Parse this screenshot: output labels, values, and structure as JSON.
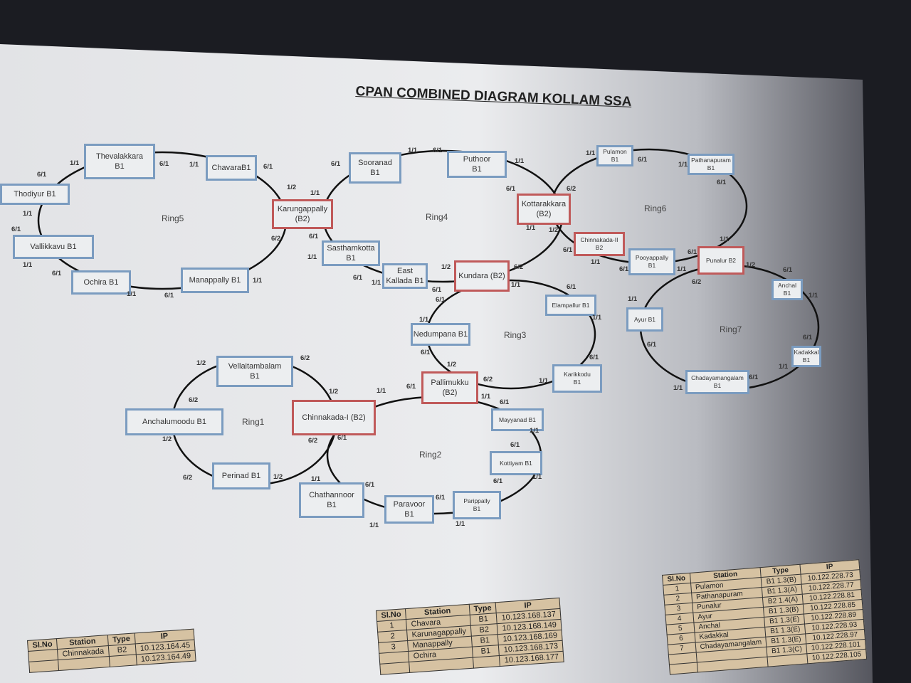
{
  "title": "CPAN COMBINED DIAGRAM KOLLAM SSA",
  "colors": {
    "b1_border": "#7b9cc0",
    "b2_border": "#c05a5a",
    "table_fill": "#d6c2a2"
  },
  "rings": [
    "Ring5",
    "Ring4",
    "Ring6",
    "Ring7",
    "Ring3",
    "Ring1",
    "Ring2"
  ],
  "nodes": [
    {
      "l1": "Thevalakkara",
      "l2": "B1",
      "type": "B1"
    },
    {
      "l1": "ChavaraB1",
      "l2": "",
      "type": "B1"
    },
    {
      "l1": "Thodiyur B1",
      "l2": "",
      "type": "B1"
    },
    {
      "l1": "Vallikkavu B1",
      "l2": "",
      "type": "B1"
    },
    {
      "l1": "Ochira B1",
      "l2": "",
      "type": "B1"
    },
    {
      "l1": "Manappally B1",
      "l2": "",
      "type": "B1"
    },
    {
      "l1": "Karungappally",
      "l2": "(B2)",
      "type": "B2"
    },
    {
      "l1": "Sooranad",
      "l2": "B1",
      "type": "B1"
    },
    {
      "l1": "Puthoor",
      "l2": "B1",
      "type": "B1"
    },
    {
      "l1": "Kottarakkara",
      "l2": "(B2)",
      "type": "B2"
    },
    {
      "l1": "Sasthamkotta",
      "l2": "B1",
      "type": "B1"
    },
    {
      "l1": "East",
      "l2": "Kallada B1",
      "type": "B1"
    },
    {
      "l1": "Kundara (B2)",
      "l2": "",
      "type": "B2"
    },
    {
      "l1": "Pulamon",
      "l2": "B1",
      "type": "B1"
    },
    {
      "l1": "Pathanapuram",
      "l2": "B1",
      "type": "B1"
    },
    {
      "l1": "Chinnakada-II",
      "l2": "B2",
      "type": "B2"
    },
    {
      "l1": "Pooyappally",
      "l2": "B1",
      "type": "B1"
    },
    {
      "l1": "Punalur B2",
      "l2": "",
      "type": "B2"
    },
    {
      "l1": "Anchal",
      "l2": "B1",
      "type": "B1"
    },
    {
      "l1": "Ayur B1",
      "l2": "",
      "type": "B1"
    },
    {
      "l1": "Kadakkal",
      "l2": "B1",
      "type": "B1"
    },
    {
      "l1": "Chadayamangalam",
      "l2": "B1",
      "type": "B1"
    },
    {
      "l1": "Elampallur B1",
      "l2": "",
      "type": "B1"
    },
    {
      "l1": "Nedumpana B1",
      "l2": "",
      "type": "B1"
    },
    {
      "l1": "Karikkodu",
      "l2": "B1",
      "type": "B1"
    },
    {
      "l1": "Pallimukku",
      "l2": "(B2)",
      "type": "B2"
    },
    {
      "l1": "Vellaitambalam",
      "l2": "B1",
      "type": "B1"
    },
    {
      "l1": "Anchalumoodu B1",
      "l2": "",
      "type": "B1"
    },
    {
      "l1": "Chinnakada-I (B2)",
      "l2": "",
      "type": "B2"
    },
    {
      "l1": "Perinad B1",
      "l2": "",
      "type": "B1"
    },
    {
      "l1": "Mayyanad B1",
      "l2": "",
      "type": "B1"
    },
    {
      "l1": "Kottiyam B1",
      "l2": "",
      "type": "B1"
    },
    {
      "l1": "Chathannoor",
      "l2": "B1",
      "type": "B1"
    },
    {
      "l1": "Paravoor",
      "l2": "B1",
      "type": "B1"
    },
    {
      "l1": "Parippally",
      "l2": "B1",
      "type": "B1"
    }
  ],
  "ports": [
    "1/1",
    "6/1",
    "6/1",
    "1/1",
    "6/1",
    "1/2",
    "1/1",
    "1/1",
    "6/1",
    "1/1",
    "6/1",
    "6/2",
    "6/1",
    "1/1",
    "1/1",
    "6/1",
    "1/1",
    "6/1",
    "1/1",
    "6/1",
    "1/1",
    "6/1",
    "6/2",
    "1/1",
    "1/2",
    "6/1",
    "1/1",
    "1/2",
    "6/2",
    "1/1",
    "6/1",
    "6/1",
    "1/1",
    "6/1",
    "1/1",
    "6/1",
    "6/1",
    "1/1",
    "6/1",
    "1/1",
    "6/1",
    "1/1",
    "1/2",
    "6/1",
    "1/1",
    "6/2",
    "1/1",
    "6/1",
    "6/1",
    "1/1",
    "6/1",
    "1/1",
    "6/1",
    "1/1",
    "1/1",
    "6/1",
    "6/1",
    "1/2",
    "6/1",
    "6/2",
    "1/1",
    "1/1",
    "1/2",
    "6/2",
    "6/2",
    "1/2",
    "1/1",
    "1/2",
    "6/2",
    "6/1",
    "6/2",
    "1/2",
    "6/1",
    "1/1",
    "6/1",
    "1/1",
    "6/1",
    "1/1",
    "6/1",
    "6/1",
    "1/1",
    "1/1"
  ],
  "tables": [
    {
      "headers": [
        "Sl.No",
        "Station",
        "Type",
        "IP"
      ],
      "rows": [
        [
          "",
          "Chinnakada",
          "B2",
          "10.123.164.45"
        ],
        [
          "",
          "",
          "",
          "10.123.164.49"
        ]
      ]
    },
    {
      "headers": [
        "Sl.No",
        "Station",
        "Type",
        "IP"
      ],
      "rows": [
        [
          "1",
          "Chavara",
          "B1",
          "10.123.168.137"
        ],
        [
          "2",
          "Karunagappally",
          "B2",
          "10.123.168.149"
        ],
        [
          "3",
          "Manappally",
          "B1",
          "10.123.168.169"
        ],
        [
          "",
          "Ochira",
          "B1",
          "10.123.168.173"
        ],
        [
          "",
          "",
          "",
          "10.123.168.177"
        ]
      ]
    },
    {
      "headers": [
        "Sl.No",
        "Station",
        "Type",
        "IP"
      ],
      "rows": [
        [
          "1",
          "Pulamon",
          "B1 1.3(B)",
          "10.122.228.73"
        ],
        [
          "2",
          "Pathanapuram",
          "B1 1.3(A)",
          "10.122.228.77"
        ],
        [
          "3",
          "Punalur",
          "B2 1.4(A)",
          "10.122.228.81"
        ],
        [
          "4",
          "Ayur",
          "B1 1.3(B)",
          "10.122.228.85"
        ],
        [
          "5",
          "Anchal",
          "B1 1.3(E)",
          "10.122.228.89"
        ],
        [
          "6",
          "Kadakkal",
          "B1 1.3(E)",
          "10.122.228.93"
        ],
        [
          "7",
          "Chadayamangalam",
          "B1 1.3(E)",
          "10.122.228.97"
        ],
        [
          "",
          "",
          "B1 1.3(C)",
          "10.122.228.101"
        ],
        [
          "",
          "",
          "",
          "10.122.228.105"
        ]
      ]
    }
  ]
}
